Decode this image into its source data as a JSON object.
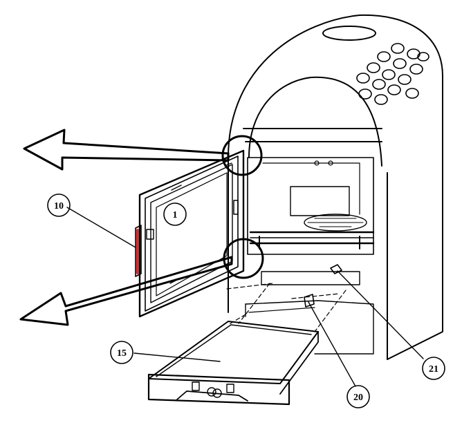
{
  "callouts": [
    {
      "id": "door",
      "label": "1"
    },
    {
      "id": "handle",
      "label": "10"
    },
    {
      "id": "ash-tray",
      "label": "15"
    },
    {
      "id": "lower-clip",
      "label": "20"
    },
    {
      "id": "upper-clip",
      "label": "21"
    }
  ],
  "colors": {
    "line": "#000000",
    "handle_accent": "#d92b2b",
    "background": "#ffffff"
  }
}
